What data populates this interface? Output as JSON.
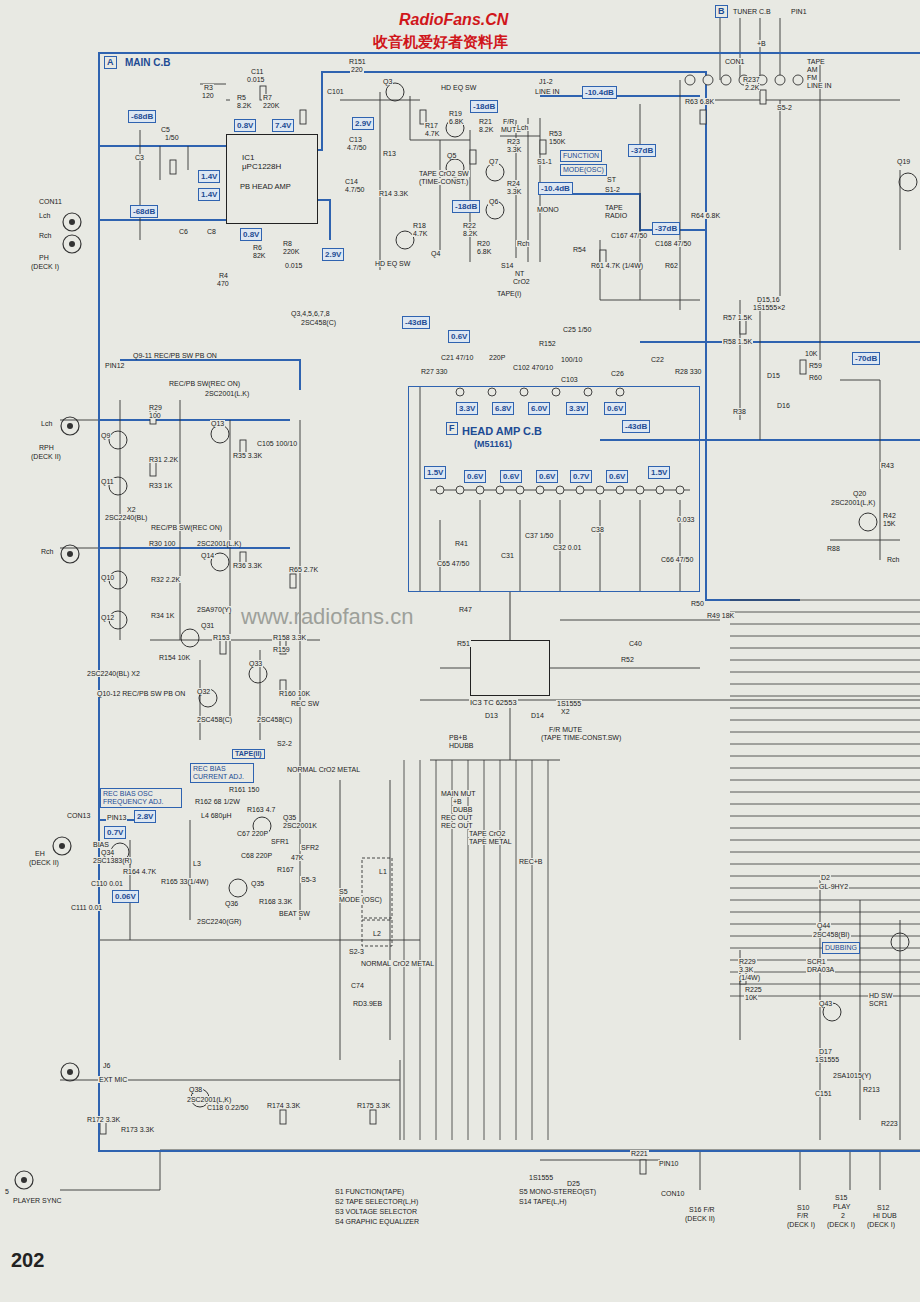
{
  "diagram": {
    "nodes": [
      {
        "text": [
          "MAIN C.B"
        ]
      },
      {
        "text": [
          "A"
        ],
        "in": 0
      },
      {
        "text": [
          "-68dB"
        ],
        "in": 0
      },
      {
        "text": [
          "0.8V"
        ],
        "in": 0
      },
      {
        "text": [
          "7.4V"
        ],
        "in": 0
      },
      {
        "text": [
          "IC1 μPC1228H",
          "PB HEAD AMP"
        ],
        "in": 0
      },
      {
        "text": [
          "2.9V"
        ],
        "in": 0
      },
      {
        "text": [
          "1.4V"
        ],
        "in": 0
      },
      {
        "text": [
          "1.4V"
        ],
        "in": 0
      },
      {
        "text": [
          "-68dB"
        ],
        "in": 0
      },
      {
        "text": [
          "0.8V"
        ],
        "in": 0
      },
      {
        "text": [
          "2.9V"
        ],
        "in": 0
      },
      {
        "text": [
          "-18dB"
        ],
        "in": 0
      },
      {
        "text": [
          "-18dB"
        ],
        "in": 0
      },
      {
        "text": [
          "-10.4dB"
        ],
        "in": 0
      },
      {
        "text": [
          "-10.4dB"
        ],
        "in": 0
      },
      {
        "text": [
          "-37dB"
        ],
        "in": 0
      },
      {
        "text": [
          "-37dB"
        ],
        "in": 0
      },
      {
        "text": [
          "FUNCTION"
        ],
        "in": 0
      },
      {
        "text": [
          "MODE(OSC)"
        ],
        "in": 0
      },
      {
        "text": [
          "-43dB"
        ],
        "in": 0
      },
      {
        "text": [
          "0.6V"
        ],
        "in": 0
      },
      {
        "text": [
          "HEAD AMP C.B",
          "(M51161)"
        ],
        "in": 0
      },
      {
        "text": [
          "F"
        ],
        "in": 22
      },
      {
        "text": [
          "3.3V"
        ],
        "in": 22
      },
      {
        "text": [
          "6.8V"
        ],
        "in": 22
      },
      {
        "text": [
          "6.0V"
        ],
        "in": 22
      },
      {
        "text": [
          "3.3V"
        ],
        "in": 22
      },
      {
        "text": [
          "0.6V"
        ],
        "in": 22
      },
      {
        "text": [
          "-43dB"
        ],
        "in": 22
      },
      {
        "text": [
          "1.5V"
        ],
        "in": 22
      },
      {
        "text": [
          "0.6V"
        ],
        "in": 22
      },
      {
        "text": [
          "0.6V"
        ],
        "in": 22
      },
      {
        "text": [
          "0.6V"
        ],
        "in": 22
      },
      {
        "text": [
          "0.7V"
        ],
        "in": 22
      },
      {
        "text": [
          "0.6V"
        ],
        "in": 22
      },
      {
        "text": [
          "1.5V"
        ],
        "in": 22
      },
      {
        "text": [
          "-70dB"
        ],
        "in": 0
      },
      {
        "text": [
          "IC3 TC 62553"
        ],
        "in": 0
      },
      {
        "text": [
          "TAPE(II)"
        ],
        "in": 0
      },
      {
        "text": [
          "REC BIAS CURRENT ADJ."
        ],
        "in": 0
      },
      {
        "text": [
          "REC BIAS OSC FREQUENCY ADJ."
        ],
        "in": 0
      },
      {
        "text": [
          "2.8V"
        ],
        "in": 0
      },
      {
        "text": [
          "0.7V"
        ],
        "in": 0
      },
      {
        "text": [
          "0.06V"
        ],
        "in": 0
      },
      {
        "text": [
          "DUBBING"
        ],
        "in": 0
      },
      {
        "text": [
          "B"
        ]
      }
    ],
    "edges": [
      {
        "from": 22,
        "to": 38,
        "arrow": "none"
      }
    ],
    "labels": [
      "RadioFans.CN",
      "收音机爱好者资料库",
      "TUNER C.B",
      "PIN1",
      "+B",
      "CON11",
      "Lch",
      "Rch",
      "PH",
      "(DECK I)",
      "R3",
      "120",
      "C11",
      "0.015",
      "R5",
      "8.2K",
      "R7",
      "220K",
      "C5",
      "1/50",
      "C3",
      "C6",
      "C8",
      "R4",
      "470",
      "R6",
      "82K",
      "R8",
      "220K",
      "0.015",
      "R151",
      "220",
      "C101",
      "Q3",
      "HD EQ SW",
      "R19",
      "6.8K",
      "R17",
      "4.7K",
      "R21",
      "8.2K",
      "F/R",
      "MUTE",
      "Q5",
      "C13",
      "4.7/50",
      "R13",
      "Q7",
      "TAPE CrO2 SW",
      "(TIME-CONST.)",
      "C14",
      "4.7/50",
      "R14 3.3K",
      "Q6",
      "R23",
      "3.3K",
      "R24",
      "3.3K",
      "R18",
      "4.7K",
      "R22",
      "8.2K",
      "R20",
      "6.8K",
      "Q4",
      "HD EQ SW",
      "Q3,4,5,6,7,8",
      "2SC458(C)",
      "J1-2",
      "LINE IN",
      "Lch",
      "R53",
      "150K",
      "S1-1",
      "ST",
      "S1-2",
      "MONO",
      "Rch",
      "TAPE",
      "RADIO",
      "R54",
      "C167 47/50",
      "R61 4.7K (1/4W)",
      "R62",
      "C168 47/50",
      "S14",
      "NT",
      "CrO2",
      "TAPE(I)",
      "R63 6.8K",
      "R64 6.8K",
      "CON1",
      "R237",
      "2.2K",
      "S5-2",
      "TAPE",
      "AM",
      "FM",
      "LINE IN",
      "Q19",
      "D15,16",
      "1S1555×2",
      "R57 1.5K",
      "R58 1.5K",
      "10K",
      "R59",
      "R60",
      "D15",
      "D16",
      "R38",
      "Q20",
      "2SC2001(L,K)",
      "R43",
      "R42",
      "15K",
      "R88",
      "Rch",
      "R152",
      "C25 1/50",
      "C21 47/10",
      "220P",
      "C102 470/10",
      "100/10",
      "C103",
      "C26",
      "C22",
      "R27 330",
      "R28 330",
      "C65 47/50",
      "R41",
      "C31",
      "C37 1/50",
      "C32 0.01",
      "C38",
      "C66 47/50",
      "0.033",
      "R47",
      "R51",
      "R52",
      "C40",
      "R50",
      "R49 18K",
      "D13",
      "D14",
      "1S1555",
      "X2",
      "F/R MUTE",
      "(TAPE TIME-CONST.SW)",
      "PB+B",
      "HDUBB",
      "MAIN MUT",
      "+B",
      "DUBB",
      "REC OUT",
      "REC OUT",
      "TAPE CrO2",
      "TAPE METAL",
      "REC+B",
      "PIN12",
      "Q9-11 REC/PB SW PB ON",
      "Lch",
      "RPH",
      "(DECK II)",
      "Rch",
      "REC/PB SW(REC ON)",
      "2SC2001(L.K)",
      "R29",
      "100",
      "Q9",
      "Q13",
      "R31 2.2K",
      "R35 3.3K",
      "C105 100/10",
      "Q11",
      "R33 1K",
      "X2",
      "2SC2240(BL)",
      "REC/PB SW(REC ON)",
      "R30 100",
      "2SC2001(L.K)",
      "Q10",
      "Q14",
      "R36 3.3K",
      "R65 2.7K",
      "R32 2.2K",
      "Q12",
      "R34 1K",
      "2SA970(Y)",
      "Q31",
      "R153",
      "R154 10K",
      "R158 3.3K",
      "R159",
      "Q33",
      "R160 10K",
      "REC SW",
      "2SC2240(BL) X2",
      "Q10-12 REC/PB SW PB ON",
      "Q32",
      "2SC458(C)",
      "2SC458(C)",
      "S2-2",
      "NORMAL CrO2 METAL",
      "R161 150",
      "R162 68 1/2W",
      "R163 4.7",
      "L4 680μH",
      "Q35",
      "2SC2001K",
      "C67 220P",
      "SFR1",
      "C68 220P",
      "SFR2",
      "47K",
      "R167",
      "S5-3",
      "Q35",
      "R168 3.3K",
      "BEAT SW",
      "Q36",
      "2SC2240(GR)",
      "CON13",
      "PIN13",
      "BIAS",
      "Q34",
      "2SC1383(R)",
      "EH",
      "(DECK II)",
      "L3",
      "R164 4.7K",
      "R165 33(1/4W)",
      "C110 0.01",
      "C111 0.01",
      "S5",
      "MODE (OSC)",
      "L1",
      "L2",
      "S2-3",
      "NORMAL CrO2 METAL",
      "C74",
      "RD3.9EB",
      "J6",
      "EXT MIC",
      "C118 0.22/50",
      "R172 3.3K",
      "R173 3.3K",
      "Q38",
      "2SC2001(L,K)",
      "R174 3.3K",
      "R175 3.3K",
      "1S1555",
      "D25",
      "R221",
      "PIN10",
      "CON10",
      "5",
      "PLAYER SYNC",
      "S1 FUNCTION(TAPE)",
      "S2 TAPE SELECTOR(L,H)",
      "S3 VOLTAGE SELECTOR",
      "S4 GRAPHIC EQUALIZER",
      "S5 MONO-STEREO(ST)",
      "S14 TAPE(L,H)",
      "S16 F/R",
      "(DECK II)",
      "S10",
      "F/R",
      "(DECK I)",
      "S15",
      "PLAY",
      "2",
      "(DECK I)",
      "S12",
      "HI DUB",
      "(DECK I)",
      "D2",
      "GL-9HY2",
      "Q44",
      "2SC458(BI)",
      "SCR1",
      "DRA03A",
      "HD SW",
      "SCR1",
      "Q43",
      "D17",
      "1S1555",
      "2SA1015(Y)",
      "C151",
      "R213",
      "R223",
      "R229",
      "3.3K",
      "(1/4W)",
      "R225",
      "10K",
      "202",
      "www.radiofans.cn"
    ]
  }
}
